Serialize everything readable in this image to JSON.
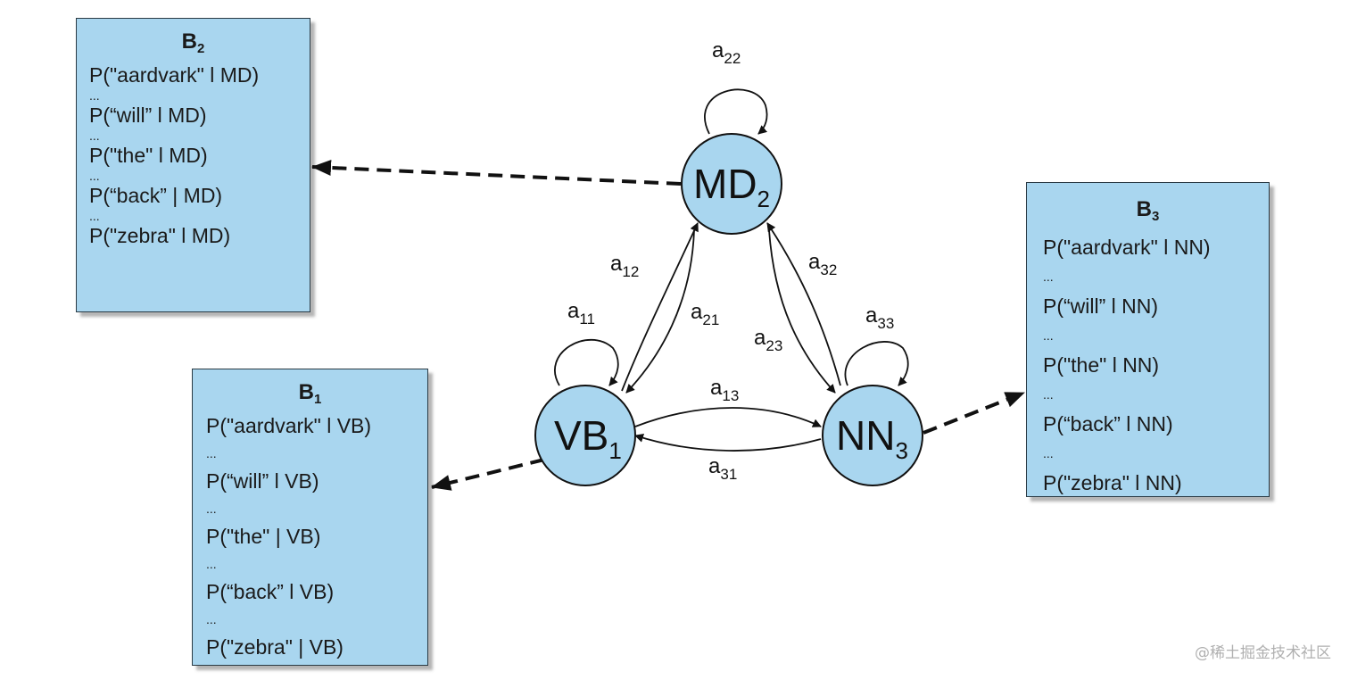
{
  "states": {
    "md": {
      "label": "MD",
      "sub": "2"
    },
    "vb": {
      "label": "VB",
      "sub": "1"
    },
    "nn": {
      "label": "NN",
      "sub": "3"
    }
  },
  "transitions": {
    "a11": {
      "label": "a",
      "sub": "11"
    },
    "a22": {
      "label": "a",
      "sub": "22"
    },
    "a33": {
      "label": "a",
      "sub": "33"
    },
    "a12": {
      "label": "a",
      "sub": "12"
    },
    "a21": {
      "label": "a",
      "sub": "21"
    },
    "a13": {
      "label": "a",
      "sub": "13"
    },
    "a31": {
      "label": "a",
      "sub": "31"
    },
    "a23": {
      "label": "a",
      "sub": "23"
    },
    "a32": {
      "label": "a",
      "sub": "32"
    }
  },
  "emission_boxes": {
    "b2": {
      "title": "B",
      "title_sub": "2",
      "lines": [
        "P(\"aardvark\" l MD)",
        "...",
        "P(“will” l MD)",
        "...",
        "P(\"the\" l MD)",
        "...",
        "P(“back” | MD)",
        "...",
        "P(\"zebra\" l MD)"
      ]
    },
    "b1": {
      "title": "B",
      "title_sub": "1",
      "lines": [
        "P(\"aardvark\" l VB)",
        "...",
        "P(“will” l VB)",
        "...",
        "P(\"the\" | VB)",
        "...",
        "P(“back” l VB)",
        "...",
        "P(\"zebra\" | VB)"
      ]
    },
    "b3": {
      "title": "B",
      "title_sub": "3",
      "lines": [
        "P(\"aardvark\" l NN)",
        "...",
        "P(“will” l NN)",
        "...",
        "P(\"the\" l NN)",
        "...",
        "P(“back” l NN)",
        "...",
        "P(\"zebra\" l NN)"
      ]
    }
  },
  "watermark": "@稀土掘金技术社区",
  "colors": {
    "node_fill": "#a9d6ef",
    "box_fill": "#a9d6ef",
    "stroke": "#1a1a1a"
  }
}
